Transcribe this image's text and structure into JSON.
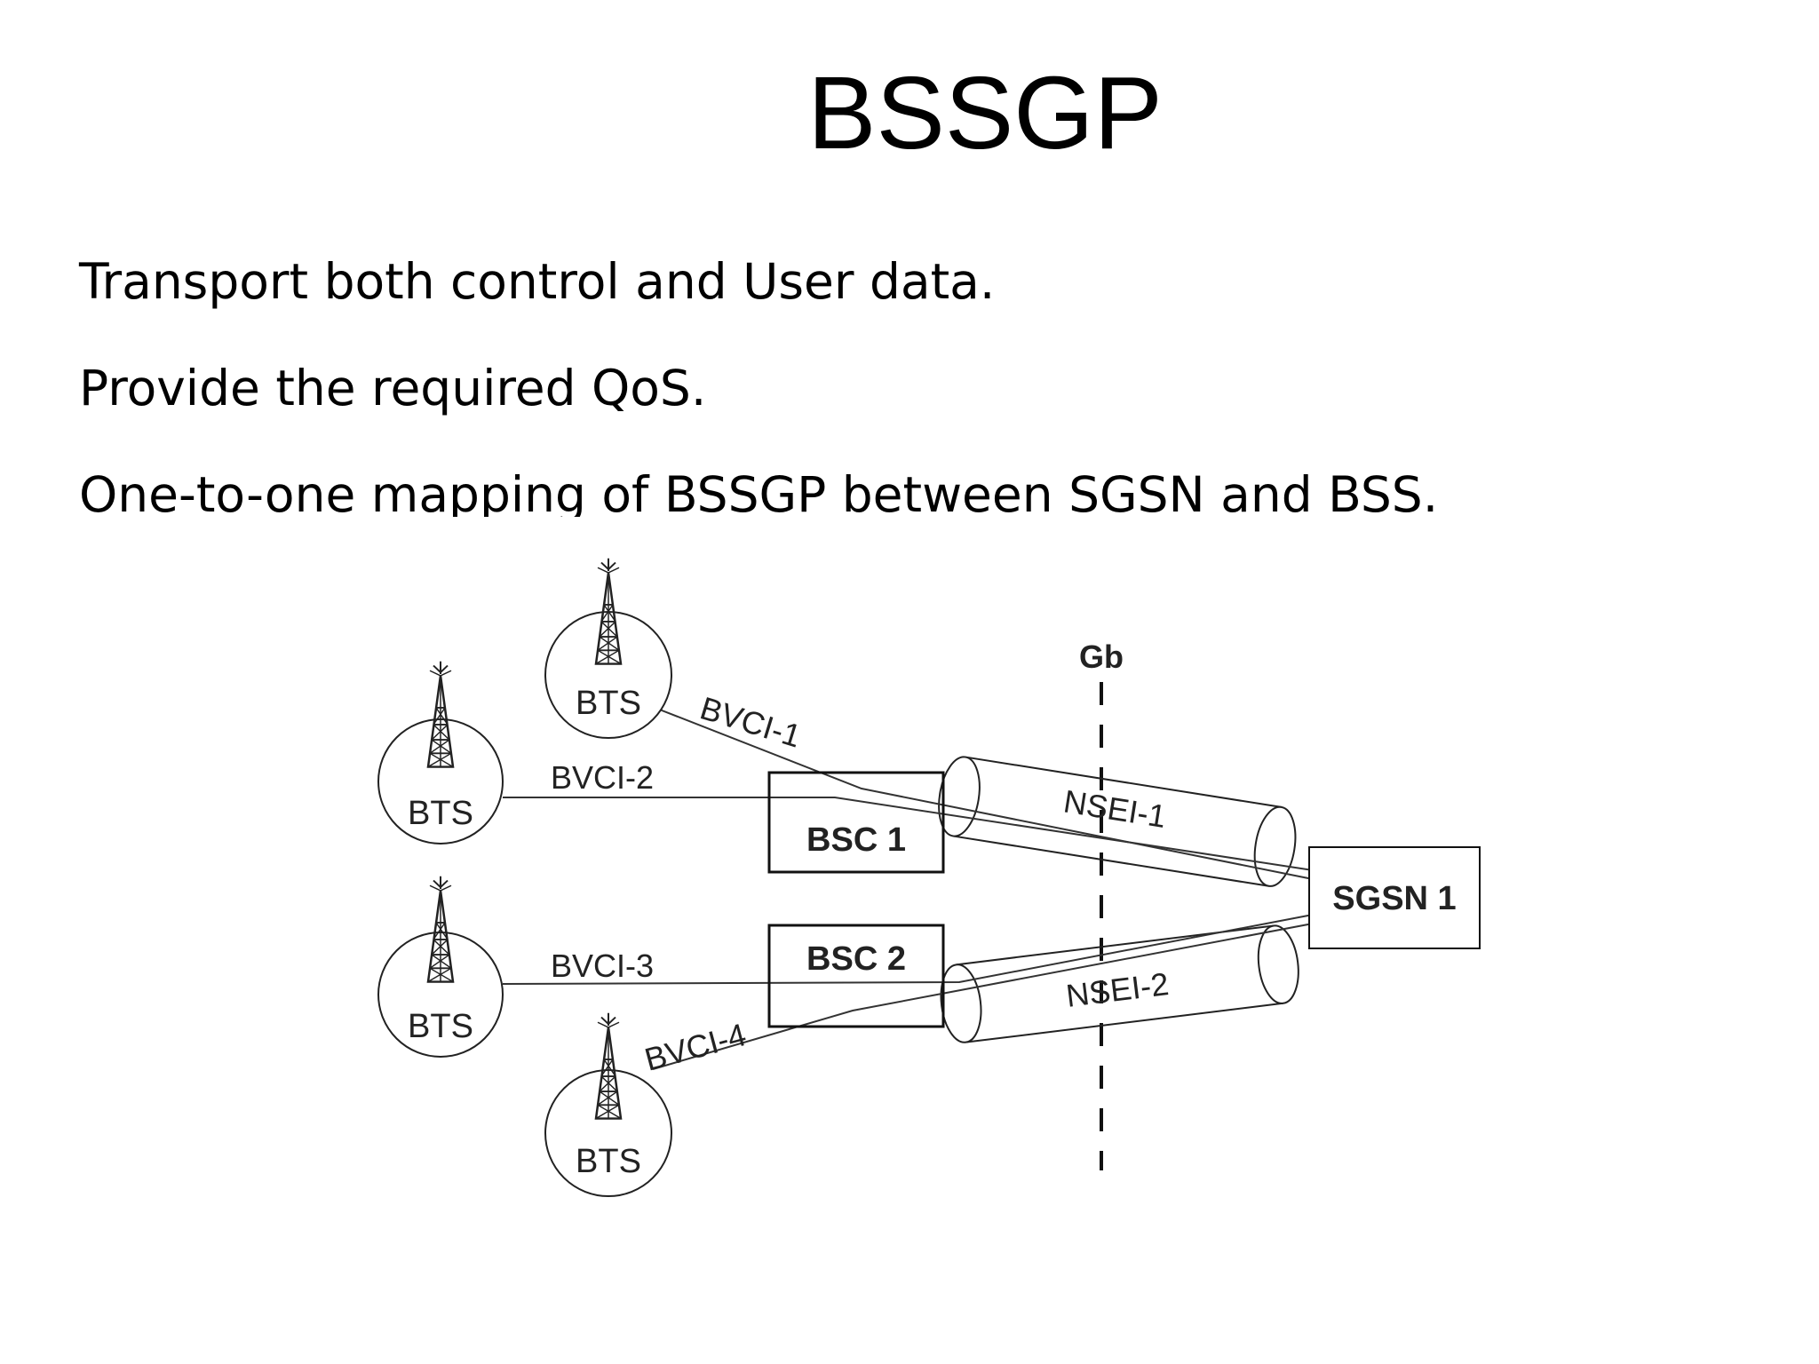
{
  "slide": {
    "title": "BSSGP",
    "bullets": [
      "Transport both control and User data.",
      "Provide the required QoS.",
      "One-to-one mapping  of BSSGP between SGSN and BSS."
    ]
  },
  "diagram": {
    "interface_label": "Gb",
    "bts_label": "BTS",
    "bsc": [
      "BSC 1",
      "BSC 2"
    ],
    "sgsn": "SGSN 1",
    "bvci": [
      "BVCI-1",
      "BVCI-2",
      "BVCI-3",
      "BVCI-4"
    ],
    "nsei": [
      "NSEI-1",
      "NSEI-2"
    ]
  }
}
